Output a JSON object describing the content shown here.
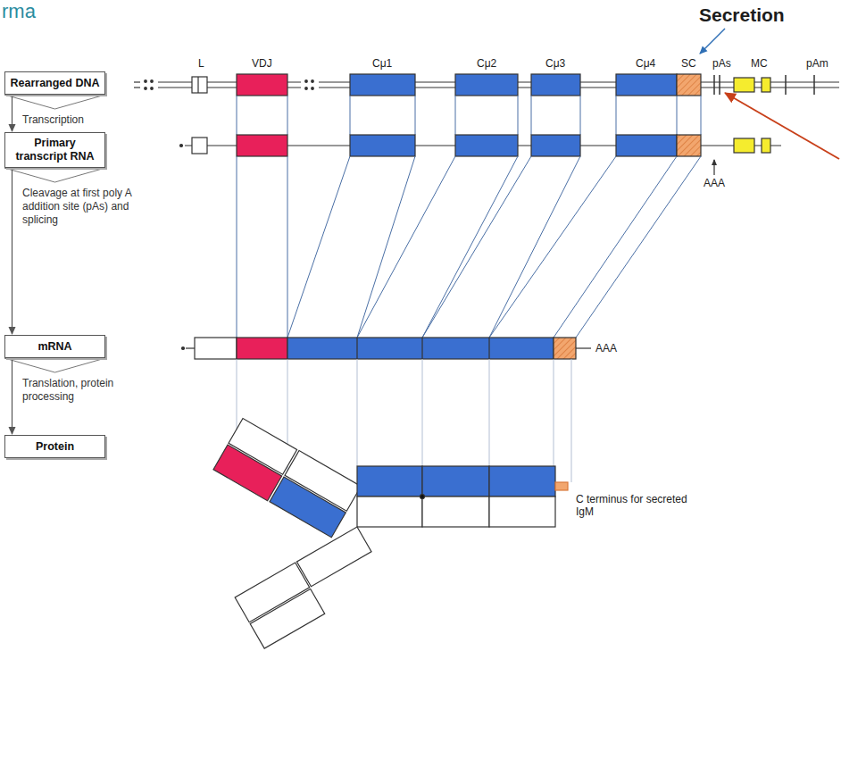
{
  "diagram": {
    "title": "rma",
    "nodes": [
      {
        "text": [
          "Rearranged DNA"
        ]
      },
      {
        "text": [
          "Primary transcript RNA"
        ]
      },
      {
        "text": [
          "mRNA"
        ]
      },
      {
        "text": [
          "Protein"
        ]
      }
    ],
    "edges": [
      {
        "from": 0,
        "to": 1,
        "arrow": "to",
        "label": "Transcription"
      },
      {
        "from": 1,
        "to": 2,
        "arrow": "to",
        "label": "Cleavage at first poly A addition site (pAs) and splicing"
      },
      {
        "from": 2,
        "to": 3,
        "arrow": "to",
        "label": "Translation, protein processing"
      }
    ],
    "labels": [
      "Secretion",
      "L",
      "VDJ",
      "Cμ1",
      "Cμ2",
      "Cμ3",
      "Cμ4",
      "SC",
      "pAs",
      "MC",
      "pAm",
      "AAA",
      "AAA",
      "C terminus for secreted IgM"
    ]
  }
}
